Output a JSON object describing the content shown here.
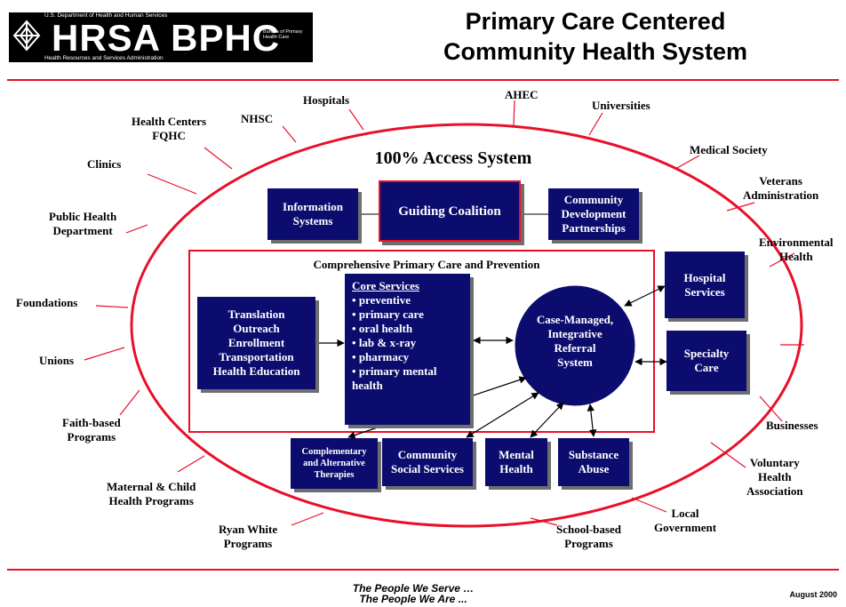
{
  "header": {
    "logo_main": "HRSA BPHC",
    "logo_top": "U.S. Department of Health and Human Services",
    "logo_bottom": "Health Resources and Services Administration",
    "logo_bureau": "Bureau of Primary Health Care",
    "title_line1": "Primary Care Centered",
    "title_line2": "Community Health System"
  },
  "ellipse_title": "100% Access System",
  "top_boxes": {
    "info": "Information Systems",
    "coalition": "Guiding Coalition",
    "community_dev": "Community Development Partnerships"
  },
  "comprehensive_title": "Comprehensive Primary Care and Prevention",
  "translation": [
    "Translation",
    "Outreach",
    "Enrollment",
    "Transportation",
    "Health Education"
  ],
  "core": {
    "heading": "Core Services",
    "items": [
      "preventive",
      "primary care",
      "oral health",
      "lab & x-ray",
      "pharmacy",
      "primary mental health"
    ]
  },
  "case_managed": [
    "Case-Managed,",
    "Integrative",
    "Referral",
    "System"
  ],
  "hospital_services": "Hospital Services",
  "specialty_care": "Specialty Care",
  "bottom_boxes": {
    "comp_alt": "Complementary and Alternative Therapies",
    "social": "Community Social Services",
    "mental": "Mental Health",
    "substance": "Substance Abuse"
  },
  "outer_labels": {
    "hospitals": "Hospitals",
    "ahec": "AHEC",
    "universities": "Universities",
    "nhsc": "NHSC",
    "health_centers": [
      "Health Centers",
      "FQHC"
    ],
    "medical_society": "Medical Society",
    "veterans": [
      "Veterans",
      "Administration"
    ],
    "clinics": "Clinics",
    "public_health": [
      "Public Health",
      "Department"
    ],
    "environmental": [
      "Environmental",
      "Health"
    ],
    "foundations": "Foundations",
    "unions": "Unions",
    "faith": [
      "Faith-based",
      "Programs"
    ],
    "businesses": "Businesses",
    "voluntary": [
      "Voluntary",
      "Health",
      "Association"
    ],
    "maternal": [
      "Maternal & Child",
      "Health Programs"
    ],
    "local_gov": [
      "Local",
      "Government"
    ],
    "ryan_white": [
      "Ryan White",
      "Programs"
    ],
    "school": [
      "School-based",
      "Programs"
    ]
  },
  "footer": {
    "tagline1": "The People We Serve …",
    "tagline2": "The People We Are ...",
    "date": "August 2000"
  },
  "colors": {
    "navy": "#0c0c6e",
    "red": "#e8102a",
    "shadow": "#6e6e6e"
  }
}
